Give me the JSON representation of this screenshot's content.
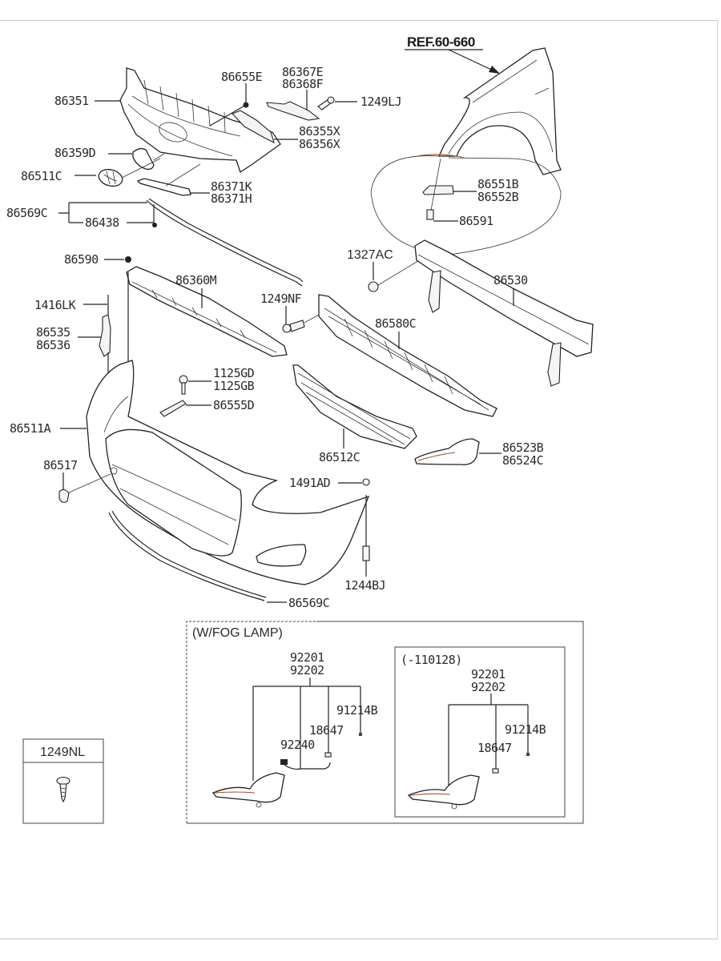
{
  "diagram": {
    "reference": "REF.60-660",
    "main_labels": {
      "p86351": "86351",
      "p86655E": "86655E",
      "p86367E": "86367E",
      "p86368F": "86368F",
      "p1249LJ": "1249LJ",
      "p86355X": "86355X",
      "p86356X": "86356X",
      "p86359D": "86359D",
      "p86511C": "86511C",
      "p86371K": "86371K",
      "p86371H": "86371H",
      "p86569C_top": "86569C",
      "p86438": "86438",
      "p86551B": "86551B",
      "p86552B": "86552B",
      "p86591": "86591",
      "p1327AC": "1327AC",
      "p86530": "86530",
      "p86590": "86590",
      "p86360M": "86360M",
      "p1249NF": "1249NF",
      "p1416LK": "1416LK",
      "p86535": "86535",
      "p86536": "86536",
      "p86580C": "86580C",
      "p1125GD": "1125GD",
      "p1125GB": "1125GB",
      "p86555D": "86555D",
      "p86511A": "86511A",
      "p86512C": "86512C",
      "p86523B": "86523B",
      "p86524C": "86524C",
      "p86517": "86517",
      "p1491AD": "1491AD",
      "p1244BJ": "1244BJ",
      "p86569C_bottom": "86569C"
    },
    "fog_lamp_box": {
      "title": "(W/FOG LAMP)",
      "left": {
        "p92201": "92201",
        "p92202": "92202",
        "p91214B": "91214B",
        "p18647": "18647",
        "p92240": "92240"
      },
      "inner_box": {
        "title": "(-110128)",
        "p92201": "92201",
        "p92202": "92202",
        "p91214B": "91214B",
        "p18647": "18647"
      }
    },
    "legend_box": {
      "part": "1249NL",
      "icon": "screw-icon"
    },
    "colors": {
      "line": "#222222",
      "highlight": "#a0522d",
      "frame": "#c8c8c8"
    }
  }
}
